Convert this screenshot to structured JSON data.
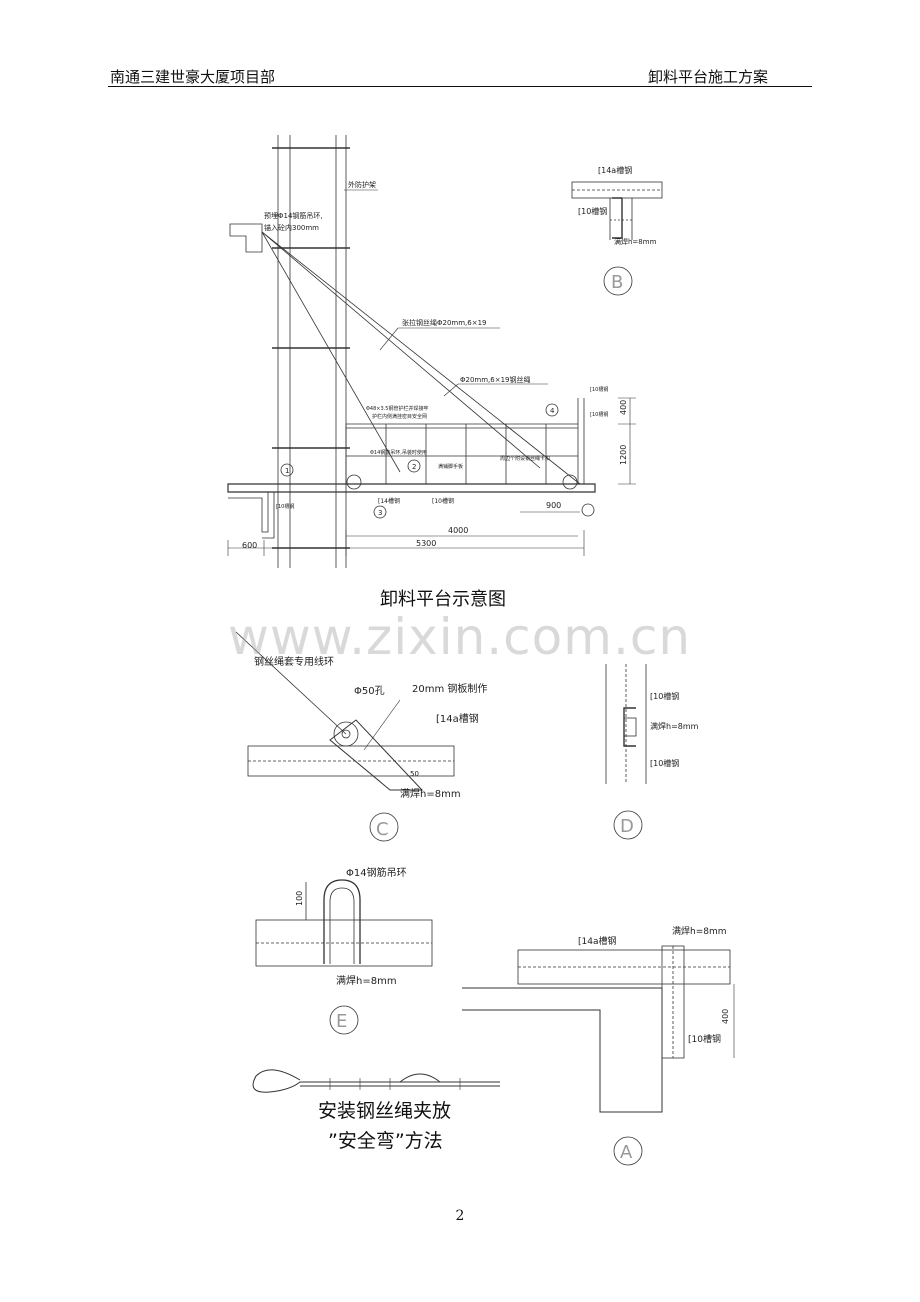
{
  "header": {
    "left": "南通三建世豪大厦项目部",
    "right": "卸料平台施工方案"
  },
  "watermark": "www.zixin.com.cn",
  "page_number": "2",
  "main_figure": {
    "caption": "卸料平台示意图",
    "labels": {
      "outer_scaffold": "外防护架",
      "embed_ring_1": "预埋Φ14钢筋吊环,",
      "embed_ring_2": "锚入砼内300mm",
      "tension_rope": "张拉钢丝绳Φ20mm,6×19",
      "rope_6x19": "Φ20mm,6×19钢丝绳",
      "guard_note_1": "Φ48×3.5钢管护栏并焊接牢",
      "guard_note_2": "护栏内侧满挂密目安全网",
      "ring_note": "Φ14钢筋吊环,吊装时使用",
      "handrail": "满铺脚手板",
      "clamp_note": "周边个附设钢丝绳卡扣",
      "ch14": "[14槽钢",
      "ch10": "[10槽钢",
      "ch10_b": "[10槽钢",
      "ch10_r1": "[10槽钢",
      "ch10_r2": "[10槽钢",
      "dim_400": "400",
      "dim_1200": "1200",
      "dim_4000": "4000",
      "dim_5300": "5300",
      "dim_600": "600",
      "dim_900": "900",
      "mk1": "1",
      "mk2": "2",
      "mk3": "3",
      "mk4": "4"
    }
  },
  "detail_b": {
    "letter": "B",
    "ch14": "[14a槽钢",
    "ch10": "[10槽钢",
    "weld": "满焊h=8mm"
  },
  "detail_c": {
    "letter": "C",
    "ring": "钢丝绳套专用线环",
    "hole": "Φ50孔",
    "plate": "20mm 钢板制作",
    "ch14": "[14a槽钢",
    "weld": "满焊h=8mm",
    "dim_50": "50"
  },
  "detail_d": {
    "letter": "D",
    "ch10_top": "[10槽钢",
    "weld": "满焊h=8mm",
    "ch10_bot": "[10槽钢"
  },
  "detail_e": {
    "letter": "E",
    "ring": "Φ14钢筋吊环",
    "dim_100": "100",
    "weld": "满焊h=8mm"
  },
  "detail_a": {
    "letter": "A",
    "ch14": "[14a槽钢",
    "weld": "满焊h=8mm",
    "ch10": "[10槽钢",
    "dim_400": "400"
  },
  "rope_note": {
    "line1": "安装钢丝绳夹放",
    "line2": "”安全弯”方法"
  }
}
